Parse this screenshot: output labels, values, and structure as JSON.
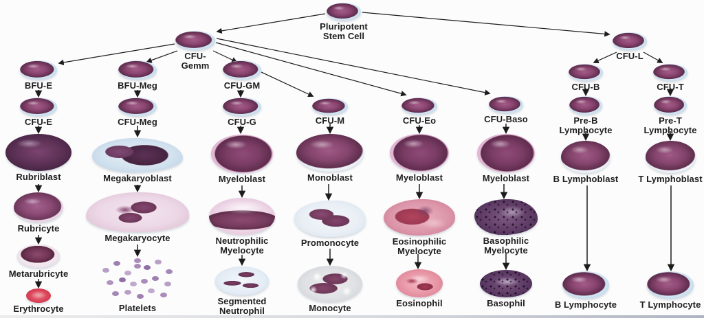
{
  "diagram": {
    "nodes": {
      "stem": {
        "label": "Pluripotent\nStem Cell"
      },
      "cfu_gemm": {
        "label": "CFU-\nGemm"
      },
      "cfu_l": {
        "label": "CFU-L"
      },
      "bfu_e": {
        "label": "BFU-E"
      },
      "cfu_e": {
        "label": "CFU-E"
      },
      "rubriblast": {
        "label": "Rubriblast"
      },
      "rubricyte": {
        "label": "Rubricyte"
      },
      "metarubricyte": {
        "label": "Metarubricyte"
      },
      "erythrocyte": {
        "label": "Erythrocyte"
      },
      "bfu_meg": {
        "label": "BFU-Meg"
      },
      "cfu_meg": {
        "label": "CFU-Meg"
      },
      "megakaryoblast": {
        "label": "Megakaryoblast"
      },
      "megakaryocyte": {
        "label": "Megakaryocyte"
      },
      "platelets": {
        "label": "Platelets"
      },
      "cfu_gm": {
        "label": "CFU-GM"
      },
      "cfu_g": {
        "label": "CFU-G"
      },
      "myeloblast_n": {
        "label": "Myeloblast"
      },
      "neut_myelocyte": {
        "label": "Neutrophilic\nMyelocyte"
      },
      "seg_neutrophil": {
        "label": "Segmented\nNeutrophil"
      },
      "cfu_m": {
        "label": "CFU-M"
      },
      "monoblast": {
        "label": "Monoblast"
      },
      "promonocyte": {
        "label": "Promonocyte"
      },
      "monocyte": {
        "label": "Monocyte"
      },
      "cfu_eo": {
        "label": "CFU-Eo"
      },
      "myeloblast_e": {
        "label": "Myeloblast"
      },
      "eo_myelocyte": {
        "label": "Eosinophilic\nMyelocyte"
      },
      "eosinophil": {
        "label": "Eosinophil"
      },
      "cfu_baso": {
        "label": "CFU-Baso"
      },
      "myeloblast_b": {
        "label": "Myeloblast"
      },
      "baso_myelocyte": {
        "label": "Basophilic\nMyelocyte"
      },
      "basophil": {
        "label": "Basophil"
      },
      "cfu_b": {
        "label": "CFU-B"
      },
      "pre_b": {
        "label": "Pre-B\nLymphocyte"
      },
      "b_lymphoblast": {
        "label": "B Lymphoblast"
      },
      "b_lymphocyte": {
        "label": "B Lymphocyte"
      },
      "cfu_t": {
        "label": "CFU-T"
      },
      "pre_t": {
        "label": "Pre-T\nLymphocyte"
      },
      "t_lymphoblast": {
        "label": "T Lymphoblast"
      },
      "t_lymphocyte": {
        "label": "T Lymphocyte"
      }
    },
    "colors": {
      "label_text": "#1e1e1e",
      "arrow": "#1c1c1c",
      "background": "#fcfcfc",
      "cell_halo_blue": "#cfe3f2",
      "nucleus_purple": "#7c3f68",
      "erythrocyte_red": "#d63850",
      "eosinophil_pink": "#e795a5",
      "basophil_purple": "#5c3a64"
    }
  }
}
